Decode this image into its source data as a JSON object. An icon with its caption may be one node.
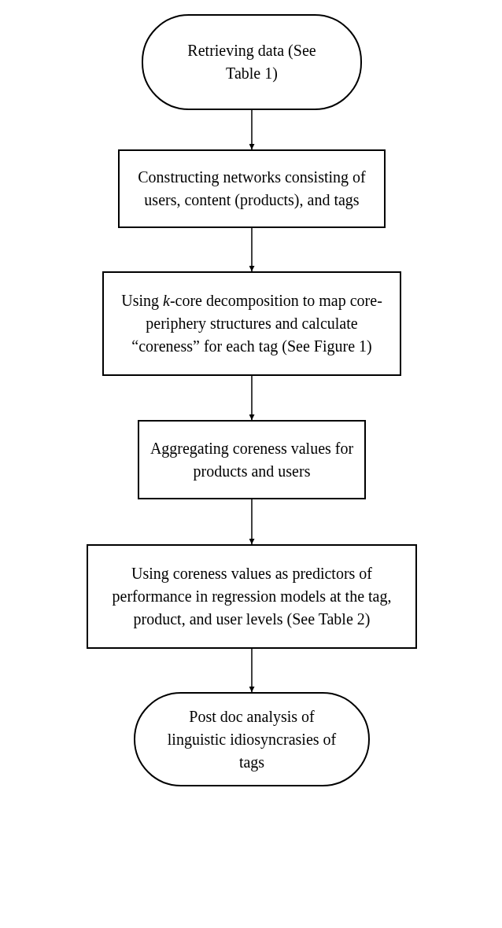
{
  "diagram": {
    "nodes": [
      {
        "text": [
          "Retrieving data (See Table 1)"
        ]
      },
      {
        "text": [
          "Constructing networks consisting of users, content (products), and tags"
        ]
      },
      {
        "text": [
          "Using *k*-core decomposition to map core-periphery structures and calculate “coreness” for each tag (See Figure 1)"
        ]
      },
      {
        "text": [
          "Aggregating coreness values for products and users"
        ]
      },
      {
        "text": [
          "Using coreness values as predictors of performance in regression models at the tag, product, and user levels (See Table 2)"
        ]
      },
      {
        "text": [
          "Post doc analysis of linguistic idiosyncrasies of tags"
        ]
      }
    ],
    "edges": [
      {
        "from": 0,
        "to": 1,
        "arrow": "to"
      },
      {
        "from": 1,
        "to": 2,
        "arrow": "to"
      },
      {
        "from": 2,
        "to": 3,
        "arrow": "to"
      },
      {
        "from": 3,
        "to": 4,
        "arrow": "to"
      },
      {
        "from": 4,
        "to": 5,
        "arrow": "to"
      }
    ]
  }
}
